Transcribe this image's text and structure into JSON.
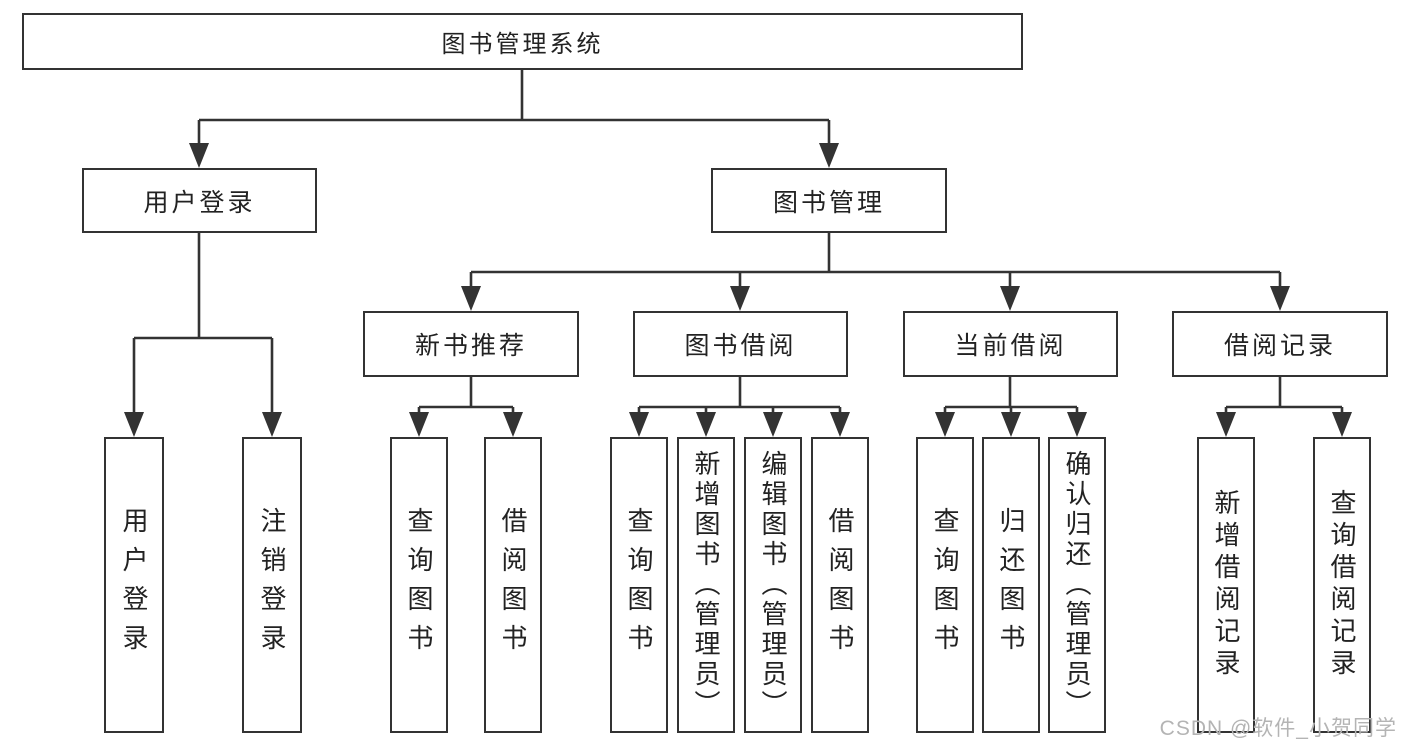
{
  "tree": {
    "root": {
      "label": "图书管理系统",
      "children": [
        {
          "label": "用户登录",
          "children": [
            {
              "label": "用户登录"
            },
            {
              "label": "注销登录"
            }
          ]
        },
        {
          "label": "图书管理",
          "children": [
            {
              "label": "新书推荐",
              "children": [
                {
                  "label": "查询图书"
                },
                {
                  "label": "借阅图书"
                }
              ]
            },
            {
              "label": "图书借阅",
              "children": [
                {
                  "label": "查询图书"
                },
                {
                  "label": "新增图书（管理员）"
                },
                {
                  "label": "编辑图书（管理员）"
                },
                {
                  "label": "借阅图书"
                }
              ]
            },
            {
              "label": "当前借阅",
              "children": [
                {
                  "label": "查询图书"
                },
                {
                  "label": "归还图书"
                },
                {
                  "label": "确认归还（管理员）"
                }
              ]
            },
            {
              "label": "借阅记录",
              "children": [
                {
                  "label": "新增借阅记录"
                },
                {
                  "label": "查询借阅记录"
                }
              ]
            }
          ]
        }
      ]
    }
  },
  "watermark": {
    "text": "CSDN @软件_小贺同学"
  },
  "colors": {
    "line": "#333333",
    "box_border": "#333333",
    "box_fill": "#ffffff",
    "text": "#222222",
    "watermark": "#b4b4b4",
    "background": "#ffffff"
  }
}
